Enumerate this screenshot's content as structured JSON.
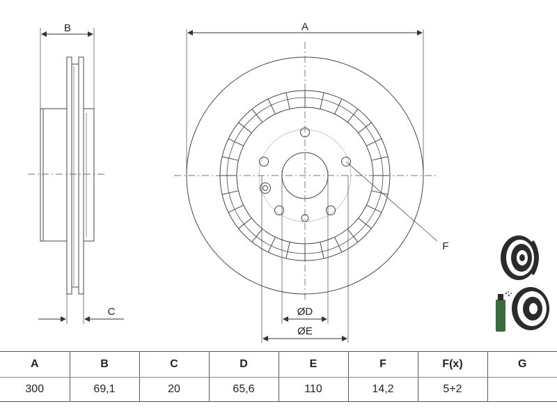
{
  "dimensions": {
    "a": "A",
    "b": "B",
    "c": "C",
    "f": "F",
    "d": "ØD",
    "e": "ØE"
  },
  "table": {
    "headers": [
      "A",
      "B",
      "C",
      "D",
      "E",
      "F",
      "F(x)",
      "G"
    ],
    "values": [
      "300",
      "69,1",
      "20",
      "65,6",
      "110",
      "14,2",
      "5+2",
      ""
    ]
  },
  "icons": [
    "brake-disc-icon",
    "spray-can-icon",
    "coated-disc-icon"
  ],
  "colors": {
    "line": "#444444",
    "icon_dark": "#2b2b2b",
    "spray_green": "#3a6b3a"
  }
}
